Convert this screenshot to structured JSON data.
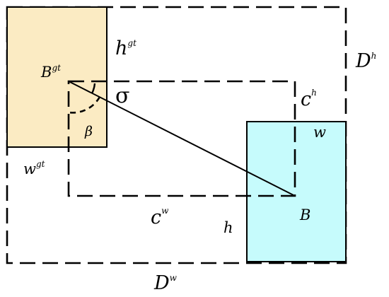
{
  "colors": {
    "gt_box": "#FBEBC3",
    "pred_box": "#C6FBFC",
    "stroke": "#000000"
  },
  "labels": {
    "h_gt": "h",
    "h_gt_sup": "gt",
    "B_gt": "B",
    "B_gt_sup": "gt",
    "sigma": "σ",
    "beta": "β",
    "c_h": "c",
    "c_h_sup": "h",
    "D_h": "D",
    "D_h_sup": "h",
    "w": "w",
    "w_gt": "w",
    "w_gt_sup": "gt",
    "c_w": "c",
    "c_w_sup": "w",
    "h": "h",
    "B": "B",
    "D_w": "D",
    "D_w_sup": "w"
  }
}
